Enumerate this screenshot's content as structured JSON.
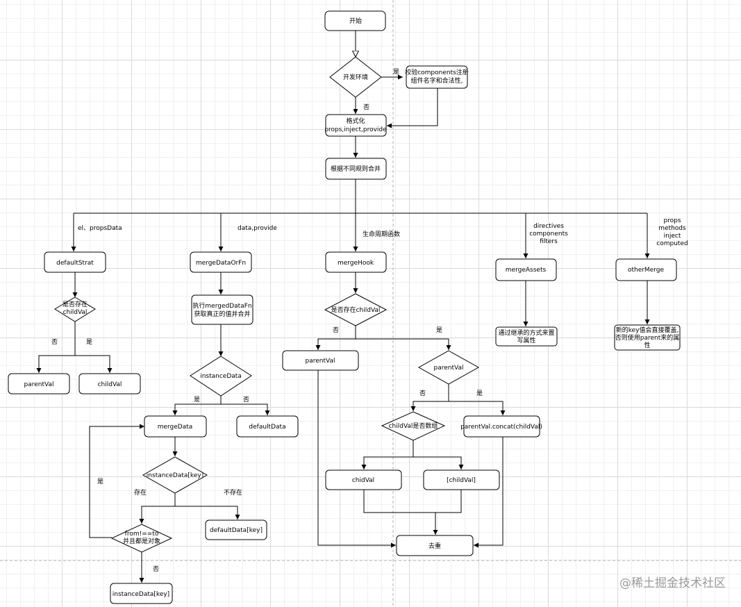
{
  "nodes": {
    "start": "开始",
    "dev_env": "开发环境",
    "check_components": [
      "校验components注册",
      "组件名字和合法性,"
    ],
    "normalize": [
      "格式化",
      "props,inject,provide"
    ],
    "merge_by_rule": "根据不同规则合并",
    "default_strat": "defaultStrat",
    "child_exists": [
      "是否存在",
      "childVal"
    ],
    "parent_val_left": "parentVal",
    "child_val_left": "childVal",
    "merge_data_or_fn": "mergeDataOrFn",
    "exec_merged_fn": [
      "执行mergedDataFn",
      "获取真正的值并合并"
    ],
    "instance_data": "instanceData",
    "merge_data": "mergeData",
    "default_data": "defaultData",
    "instance_data_key": "instanceData[key]",
    "default_data_key": "defaultData[key]",
    "from_to": [
      "from!==to",
      "并且都是对象"
    ],
    "instance_data_key_out": "instanceData[key]",
    "merge_hook": "mergeHook",
    "child_val_exists": "是否存在childVal",
    "parent_val_mid": "parentVal",
    "parent_val_diamond": "parentVal",
    "child_is_array": "childVal是否数组",
    "concat": "parentVal.concat(childVal)",
    "chid_val": "chidVal",
    "child_val_wrapped": "[childVal]",
    "dedupe": "去重",
    "merge_assets": "mergeAssets",
    "inherit_assets": [
      "通过继承的方式来置",
      "写属性"
    ],
    "other_merge": "otherMerge",
    "other_merge_desc": [
      "新的key值会直接覆盖,",
      "否则使用parent来的属",
      "性"
    ]
  },
  "edges": {
    "yes": "是",
    "no": "否",
    "exists": "存在",
    "not_exists": "不存在",
    "el_props": "el、propsData",
    "data_provide": "data,provide",
    "lifecycle": "生命周期函数",
    "assets": [
      "directives",
      "components",
      "filters"
    ],
    "others": [
      "props",
      "methods",
      "inject",
      "computed"
    ]
  },
  "watermark": "@稀土掘金技术社区"
}
